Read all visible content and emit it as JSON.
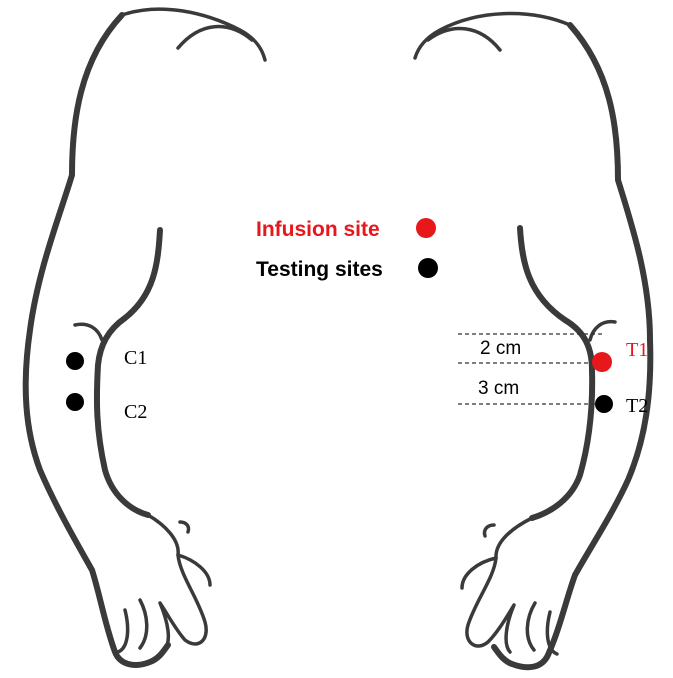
{
  "legend": {
    "infusion_label": "Infusion site",
    "testing_label": "Testing sites"
  },
  "sites": {
    "c1": "C1",
    "c2": "C2",
    "t1": "T1",
    "t2": "T2"
  },
  "distances": {
    "upper": "2 cm",
    "lower": "3 cm"
  },
  "colors": {
    "infusion": "#e8171b",
    "testing": "#000000",
    "outline": "#3a3a3a"
  }
}
